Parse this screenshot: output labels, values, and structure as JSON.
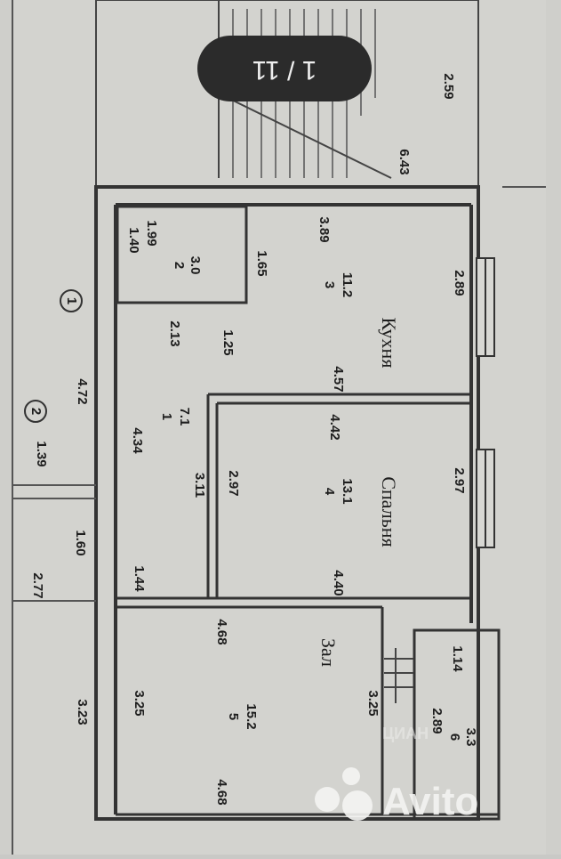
{
  "plan": {
    "stair_label": "1 / 11",
    "stair_dims": [
      "2.59",
      "6.43"
    ],
    "outside_markers": [
      "1",
      "2"
    ],
    "outside_dims": [
      "4.72",
      "1.39",
      "1.60",
      "2.77",
      "3.23"
    ],
    "rooms": [
      {
        "id": "1",
        "area": "7.1",
        "name": "",
        "dims": [
          "4.34",
          "2.13",
          "1.25",
          "3.11",
          "2.97",
          "1.44"
        ]
      },
      {
        "id": "2",
        "area": "3.0",
        "name": "",
        "dims": [
          "1.40",
          "1.99",
          "1.65"
        ]
      },
      {
        "id": "3",
        "area": "11.2",
        "name": "Кухня",
        "dims": [
          "3.89",
          "2.89",
          "4.57"
        ]
      },
      {
        "id": "4",
        "area": "13.1",
        "name": "Спальня",
        "dims": [
          "4.42",
          "2.97",
          "4.40"
        ]
      },
      {
        "id": "5",
        "area": "15.2",
        "name": "Зал",
        "dims": [
          "4.68",
          "3.25",
          "3.25",
          "4.68"
        ]
      },
      {
        "id": "6",
        "area": "3.3",
        "name": "",
        "dims": [
          "1.14",
          "2.89"
        ]
      }
    ],
    "watermarks": [
      "Avito",
      "ЦИАН"
    ]
  }
}
